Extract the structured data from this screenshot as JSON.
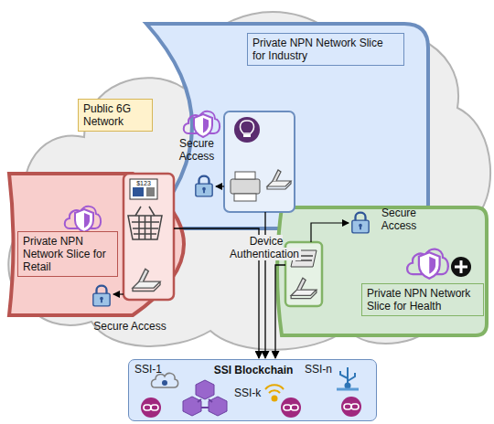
{
  "diagram": {
    "nodes": [
      {
        "text": [
          "Public 6G Network"
        ]
      },
      {
        "text": [
          "Private NPN Network Slice for Industry"
        ],
        "in": 0
      },
      {
        "text": [
          "Private NPN Network Slice for Retail"
        ],
        "in": 0
      },
      {
        "text": [
          "Private NPN Network Slice for Health"
        ],
        "in": 0
      },
      {
        "text": [
          "SSI Blockchain"
        ]
      }
    ],
    "edges": [
      {
        "from": 1,
        "to": 4,
        "arrow": "to",
        "label": "Device Authentication"
      },
      {
        "from": 2,
        "to": 4,
        "arrow": "to"
      },
      {
        "from": 3,
        "to": 4,
        "arrow": "to"
      }
    ],
    "labels": [
      "Secure Access",
      "Secure Access",
      "Secure Access",
      "$123",
      "SSI-1",
      "SSI-k",
      "SSI-n"
    ]
  }
}
